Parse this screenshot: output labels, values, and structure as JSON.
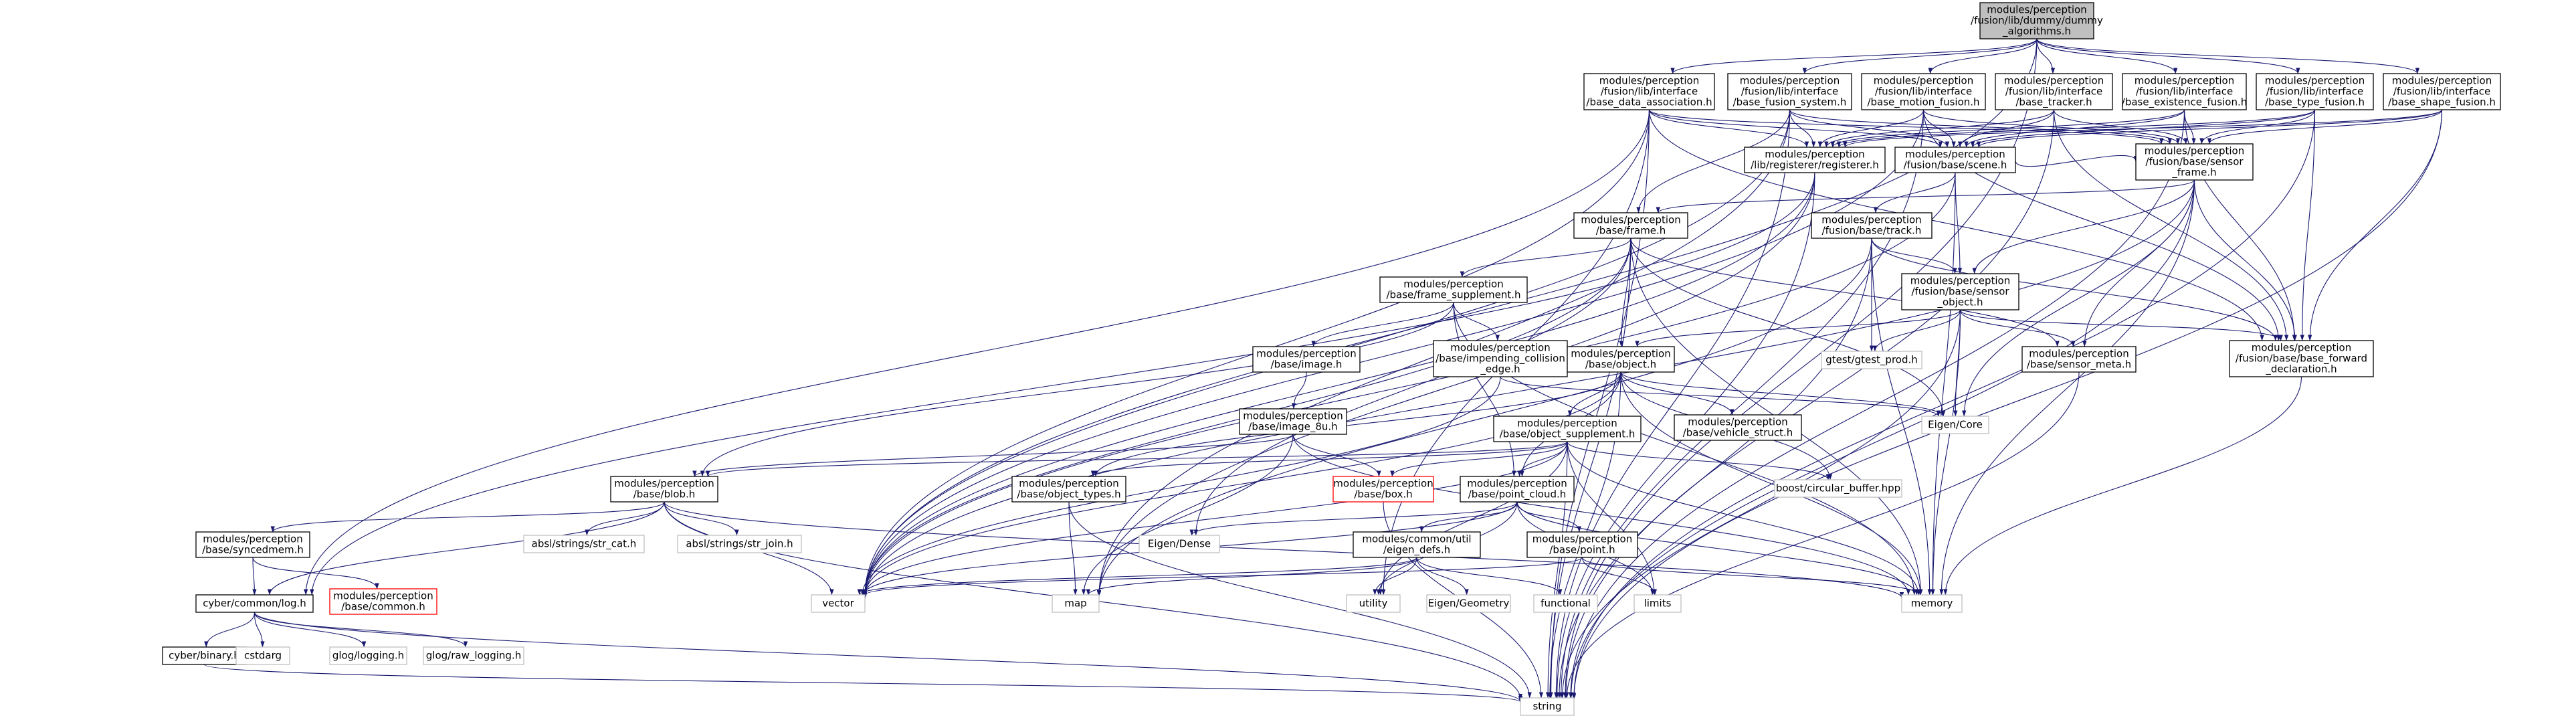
{
  "colors": {
    "edge": "#191970",
    "node_border": "#000000",
    "node_fill": "#ffffff",
    "root_fill": "#bfbfbf",
    "external_border": "#bfbfbf",
    "missing_border": "#ff0000",
    "text": "#000000"
  },
  "nodes": [
    {
      "id": "dummy",
      "lines": [
        "modules/perception",
        "/fusion/lib/dummy/dummy",
        "_algorithms.h"
      ],
      "kind": "root"
    },
    {
      "id": "ida",
      "lines": [
        "modules/perception",
        "/fusion/lib/interface",
        "/base_data_association.h"
      ],
      "kind": "file"
    },
    {
      "id": "ifs",
      "lines": [
        "modules/perception",
        "/fusion/lib/interface",
        "/base_fusion_system.h"
      ],
      "kind": "file"
    },
    {
      "id": "imf",
      "lines": [
        "modules/perception",
        "/fusion/lib/interface",
        "/base_motion_fusion.h"
      ],
      "kind": "file"
    },
    {
      "id": "itr",
      "lines": [
        "modules/perception",
        "/fusion/lib/interface",
        "/base_tracker.h"
      ],
      "kind": "file"
    },
    {
      "id": "iex",
      "lines": [
        "modules/perception",
        "/fusion/lib/interface",
        "/base_existence_fusion.h"
      ],
      "kind": "file"
    },
    {
      "id": "ity",
      "lines": [
        "modules/perception",
        "/fusion/lib/interface",
        "/base_type_fusion.h"
      ],
      "kind": "file"
    },
    {
      "id": "ish",
      "lines": [
        "modules/perception",
        "/fusion/lib/interface",
        "/base_shape_fusion.h"
      ],
      "kind": "file"
    },
    {
      "id": "reg",
      "lines": [
        "modules/perception",
        "/lib/registerer/registerer.h"
      ],
      "kind": "file"
    },
    {
      "id": "scene",
      "lines": [
        "modules/perception",
        "/fusion/base/scene.h"
      ],
      "kind": "file"
    },
    {
      "id": "sframe",
      "lines": [
        "modules/perception",
        "/fusion/base/sensor",
        "_frame.h"
      ],
      "kind": "file"
    },
    {
      "id": "frame",
      "lines": [
        "modules/perception",
        "/base/frame.h"
      ],
      "kind": "file"
    },
    {
      "id": "track",
      "lines": [
        "modules/perception",
        "/fusion/base/track.h"
      ],
      "kind": "file"
    },
    {
      "id": "fsup",
      "lines": [
        "modules/perception",
        "/base/frame_supplement.h"
      ],
      "kind": "file"
    },
    {
      "id": "sobj",
      "lines": [
        "modules/perception",
        "/fusion/base/sensor",
        "_object.h"
      ],
      "kind": "file"
    },
    {
      "id": "img",
      "lines": [
        "modules/perception",
        "/base/image.h"
      ],
      "kind": "file"
    },
    {
      "id": "impc",
      "lines": [
        "modules/perception",
        "/base/impending_collision",
        "_edge.h"
      ],
      "kind": "file"
    },
    {
      "id": "gtest",
      "lines": [
        "gtest/gtest_prod.h"
      ],
      "kind": "external"
    },
    {
      "id": "smeta",
      "lines": [
        "modules/perception",
        "/base/sensor_meta.h"
      ],
      "kind": "file"
    },
    {
      "id": "fwd",
      "lines": [
        "modules/perception",
        "/fusion/base/base_forward",
        "_declaration.h"
      ],
      "kind": "file"
    },
    {
      "id": "object",
      "lines": [
        "modules/perception",
        "/base/object.h"
      ],
      "kind": "file"
    },
    {
      "id": "image8u",
      "lines": [
        "modules/perception",
        "/base/image_8u.h"
      ],
      "kind": "file"
    },
    {
      "id": "vstruct",
      "lines": [
        "modules/perception",
        "/base/vehicle_struct.h"
      ],
      "kind": "file"
    },
    {
      "id": "eigencore",
      "lines": [
        "Eigen/Core"
      ],
      "kind": "external"
    },
    {
      "id": "osup",
      "lines": [
        "modules/perception",
        "/base/object_supplement.h"
      ],
      "kind": "file"
    },
    {
      "id": "blob",
      "lines": [
        "modules/perception",
        "/base/blob.h"
      ],
      "kind": "file"
    },
    {
      "id": "otypes",
      "lines": [
        "modules/perception",
        "/base/object_types.h"
      ],
      "kind": "file"
    },
    {
      "id": "box",
      "lines": [
        "modules/perception",
        "/base/box.h"
      ],
      "kind": "missing"
    },
    {
      "id": "pcloud",
      "lines": [
        "modules/perception",
        "/base/point_cloud.h"
      ],
      "kind": "file"
    },
    {
      "id": "cbuf",
      "lines": [
        "boost/circular_buffer.hpp"
      ],
      "kind": "external"
    },
    {
      "id": "strcat",
      "lines": [
        "absl/strings/str_cat.h"
      ],
      "kind": "external"
    },
    {
      "id": "strjoin",
      "lines": [
        "absl/strings/str_join.h"
      ],
      "kind": "external"
    },
    {
      "id": "syncmem",
      "lines": [
        "modules/perception",
        "/base/syncedmem.h"
      ],
      "kind": "file"
    },
    {
      "id": "eigendense",
      "lines": [
        "Eigen/Dense"
      ],
      "kind": "external"
    },
    {
      "id": "eigendefs",
      "lines": [
        "modules/common/util",
        "/eigen_defs.h"
      ],
      "kind": "file"
    },
    {
      "id": "point",
      "lines": [
        "modules/perception",
        "/base/point.h"
      ],
      "kind": "file"
    },
    {
      "id": "common",
      "lines": [
        "modules/perception",
        "/base/common.h"
      ],
      "kind": "missing"
    },
    {
      "id": "log",
      "lines": [
        "cyber/common/log.h"
      ],
      "kind": "file"
    },
    {
      "id": "vector",
      "lines": [
        "vector"
      ],
      "kind": "external"
    },
    {
      "id": "map",
      "lines": [
        "map"
      ],
      "kind": "external"
    },
    {
      "id": "utility",
      "lines": [
        "utility"
      ],
      "kind": "external"
    },
    {
      "id": "egeom",
      "lines": [
        "Eigen/Geometry"
      ],
      "kind": "external"
    },
    {
      "id": "functional",
      "lines": [
        "functional"
      ],
      "kind": "external"
    },
    {
      "id": "limits",
      "lines": [
        "limits"
      ],
      "kind": "external"
    },
    {
      "id": "memory",
      "lines": [
        "memory"
      ],
      "kind": "external"
    },
    {
      "id": "binary",
      "lines": [
        "cyber/binary.h"
      ],
      "kind": "file"
    },
    {
      "id": "cstdarg",
      "lines": [
        "cstdarg"
      ],
      "kind": "external"
    },
    {
      "id": "glog",
      "lines": [
        "glog/logging.h"
      ],
      "kind": "external"
    },
    {
      "id": "glograw",
      "lines": [
        "glog/raw_logging.h"
      ],
      "kind": "external"
    },
    {
      "id": "string",
      "lines": [
        "string"
      ],
      "kind": "external"
    }
  ],
  "edges": [
    [
      "dummy",
      "ida"
    ],
    [
      "dummy",
      "ifs"
    ],
    [
      "dummy",
      "imf"
    ],
    [
      "dummy",
      "itr"
    ],
    [
      "dummy",
      "iex"
    ],
    [
      "dummy",
      "ity"
    ],
    [
      "dummy",
      "ish"
    ],
    [
      "dummy",
      "vector"
    ],
    [
      "dummy",
      "string"
    ],
    [
      "ida",
      "reg"
    ],
    [
      "ida",
      "scene"
    ],
    [
      "ida",
      "sframe"
    ],
    [
      "ida",
      "fwd"
    ],
    [
      "ida",
      "vector"
    ],
    [
      "ida",
      "string"
    ],
    [
      "ida",
      "utility"
    ],
    [
      "ida",
      "log"
    ],
    [
      "ifs",
      "frame"
    ],
    [
      "ifs",
      "reg"
    ],
    [
      "ifs",
      "scene"
    ],
    [
      "ifs",
      "sframe"
    ],
    [
      "ifs",
      "vector"
    ],
    [
      "ifs",
      "string"
    ],
    [
      "ifs",
      "map"
    ],
    [
      "imf",
      "reg"
    ],
    [
      "imf",
      "scene"
    ],
    [
      "imf",
      "sframe"
    ],
    [
      "imf",
      "fwd"
    ],
    [
      "imf",
      "vector"
    ],
    [
      "imf",
      "string"
    ],
    [
      "itr",
      "reg"
    ],
    [
      "itr",
      "scene"
    ],
    [
      "itr",
      "sframe"
    ],
    [
      "itr",
      "fwd"
    ],
    [
      "itr",
      "string"
    ],
    [
      "iex",
      "reg"
    ],
    [
      "iex",
      "scene"
    ],
    [
      "iex",
      "sframe"
    ],
    [
      "iex",
      "fwd"
    ],
    [
      "iex",
      "string"
    ],
    [
      "ity",
      "reg"
    ],
    [
      "ity",
      "scene"
    ],
    [
      "ity",
      "sframe"
    ],
    [
      "ity",
      "fwd"
    ],
    [
      "ity",
      "string"
    ],
    [
      "ish",
      "reg"
    ],
    [
      "ish",
      "scene"
    ],
    [
      "ish",
      "sframe"
    ],
    [
      "ish",
      "fwd"
    ],
    [
      "ish",
      "string"
    ],
    [
      "reg",
      "log"
    ],
    [
      "reg",
      "map"
    ],
    [
      "reg",
      "string"
    ],
    [
      "reg",
      "vector"
    ],
    [
      "scene",
      "track"
    ],
    [
      "scene",
      "sframe"
    ],
    [
      "scene",
      "sobj"
    ],
    [
      "scene",
      "vector"
    ],
    [
      "scene",
      "memory"
    ],
    [
      "sframe",
      "frame"
    ],
    [
      "sframe",
      "sobj"
    ],
    [
      "sframe",
      "fwd"
    ],
    [
      "sframe",
      "smeta"
    ],
    [
      "sframe",
      "eigencore"
    ],
    [
      "sframe",
      "memory"
    ],
    [
      "sframe",
      "string"
    ],
    [
      "sframe",
      "vector"
    ],
    [
      "frame",
      "fsup"
    ],
    [
      "frame",
      "object"
    ],
    [
      "frame",
      "smeta"
    ],
    [
      "frame",
      "eigencore"
    ],
    [
      "frame",
      "memory"
    ],
    [
      "frame",
      "vector"
    ],
    [
      "frame",
      "string"
    ],
    [
      "frame",
      "eigendense"
    ],
    [
      "track",
      "sobj"
    ],
    [
      "track",
      "fwd"
    ],
    [
      "track",
      "gtest"
    ],
    [
      "track",
      "map"
    ],
    [
      "track",
      "memory"
    ],
    [
      "track",
      "string"
    ],
    [
      "fsup",
      "img"
    ],
    [
      "fsup",
      "impc"
    ],
    [
      "fsup",
      "blob"
    ],
    [
      "fsup",
      "pcloud"
    ],
    [
      "fsup",
      "memory"
    ],
    [
      "sobj",
      "object"
    ],
    [
      "sobj",
      "smeta"
    ],
    [
      "sobj",
      "fwd"
    ],
    [
      "sobj",
      "gtest"
    ],
    [
      "sobj",
      "eigencore"
    ],
    [
      "sobj",
      "memory"
    ],
    [
      "sobj",
      "string"
    ],
    [
      "img",
      "image8u"
    ],
    [
      "impc",
      "eigencore"
    ],
    [
      "impc",
      "vector"
    ],
    [
      "smeta",
      "string"
    ],
    [
      "fwd",
      "memory"
    ],
    [
      "object",
      "osup"
    ],
    [
      "object",
      "vstruct"
    ],
    [
      "object",
      "otypes"
    ],
    [
      "object",
      "pcloud"
    ],
    [
      "object",
      "cbuf"
    ],
    [
      "object",
      "eigencore"
    ],
    [
      "object",
      "memory"
    ],
    [
      "object",
      "string"
    ],
    [
      "object",
      "vector"
    ],
    [
      "image8u",
      "blob"
    ],
    [
      "image8u",
      "box"
    ],
    [
      "image8u",
      "map"
    ],
    [
      "image8u",
      "memory"
    ],
    [
      "osup",
      "blob"
    ],
    [
      "osup",
      "box"
    ],
    [
      "osup",
      "otypes"
    ],
    [
      "osup",
      "pcloud"
    ],
    [
      "osup",
      "cbuf"
    ],
    [
      "osup",
      "memory"
    ],
    [
      "osup",
      "string"
    ],
    [
      "osup",
      "vector"
    ],
    [
      "osup",
      "limits"
    ],
    [
      "osup",
      "utility"
    ],
    [
      "blob",
      "strcat"
    ],
    [
      "blob",
      "strjoin"
    ],
    [
      "blob",
      "syncmem"
    ],
    [
      "blob",
      "log"
    ],
    [
      "blob",
      "vector"
    ],
    [
      "blob",
      "memory"
    ],
    [
      "blob",
      "string"
    ],
    [
      "otypes",
      "map"
    ],
    [
      "otypes",
      "string"
    ],
    [
      "box",
      "string"
    ],
    [
      "pcloud",
      "eigendense"
    ],
    [
      "pcloud",
      "eigendefs"
    ],
    [
      "pcloud",
      "point"
    ],
    [
      "pcloud",
      "vector"
    ],
    [
      "pcloud",
      "memory"
    ],
    [
      "pcloud",
      "limits"
    ],
    [
      "pcloud",
      "utility"
    ],
    [
      "syncmem",
      "common"
    ],
    [
      "syncmem",
      "log"
    ],
    [
      "eigendefs",
      "egeom"
    ],
    [
      "eigendefs",
      "functional"
    ],
    [
      "eigendefs",
      "map"
    ],
    [
      "eigendefs",
      "utility"
    ],
    [
      "eigendefs",
      "vector"
    ],
    [
      "point",
      "limits"
    ],
    [
      "point",
      "memory"
    ],
    [
      "point",
      "vector"
    ],
    [
      "log",
      "binary"
    ],
    [
      "log",
      "cstdarg"
    ],
    [
      "log",
      "glog"
    ],
    [
      "log",
      "glograw"
    ],
    [
      "log",
      "string"
    ],
    [
      "binary",
      "string"
    ]
  ]
}
